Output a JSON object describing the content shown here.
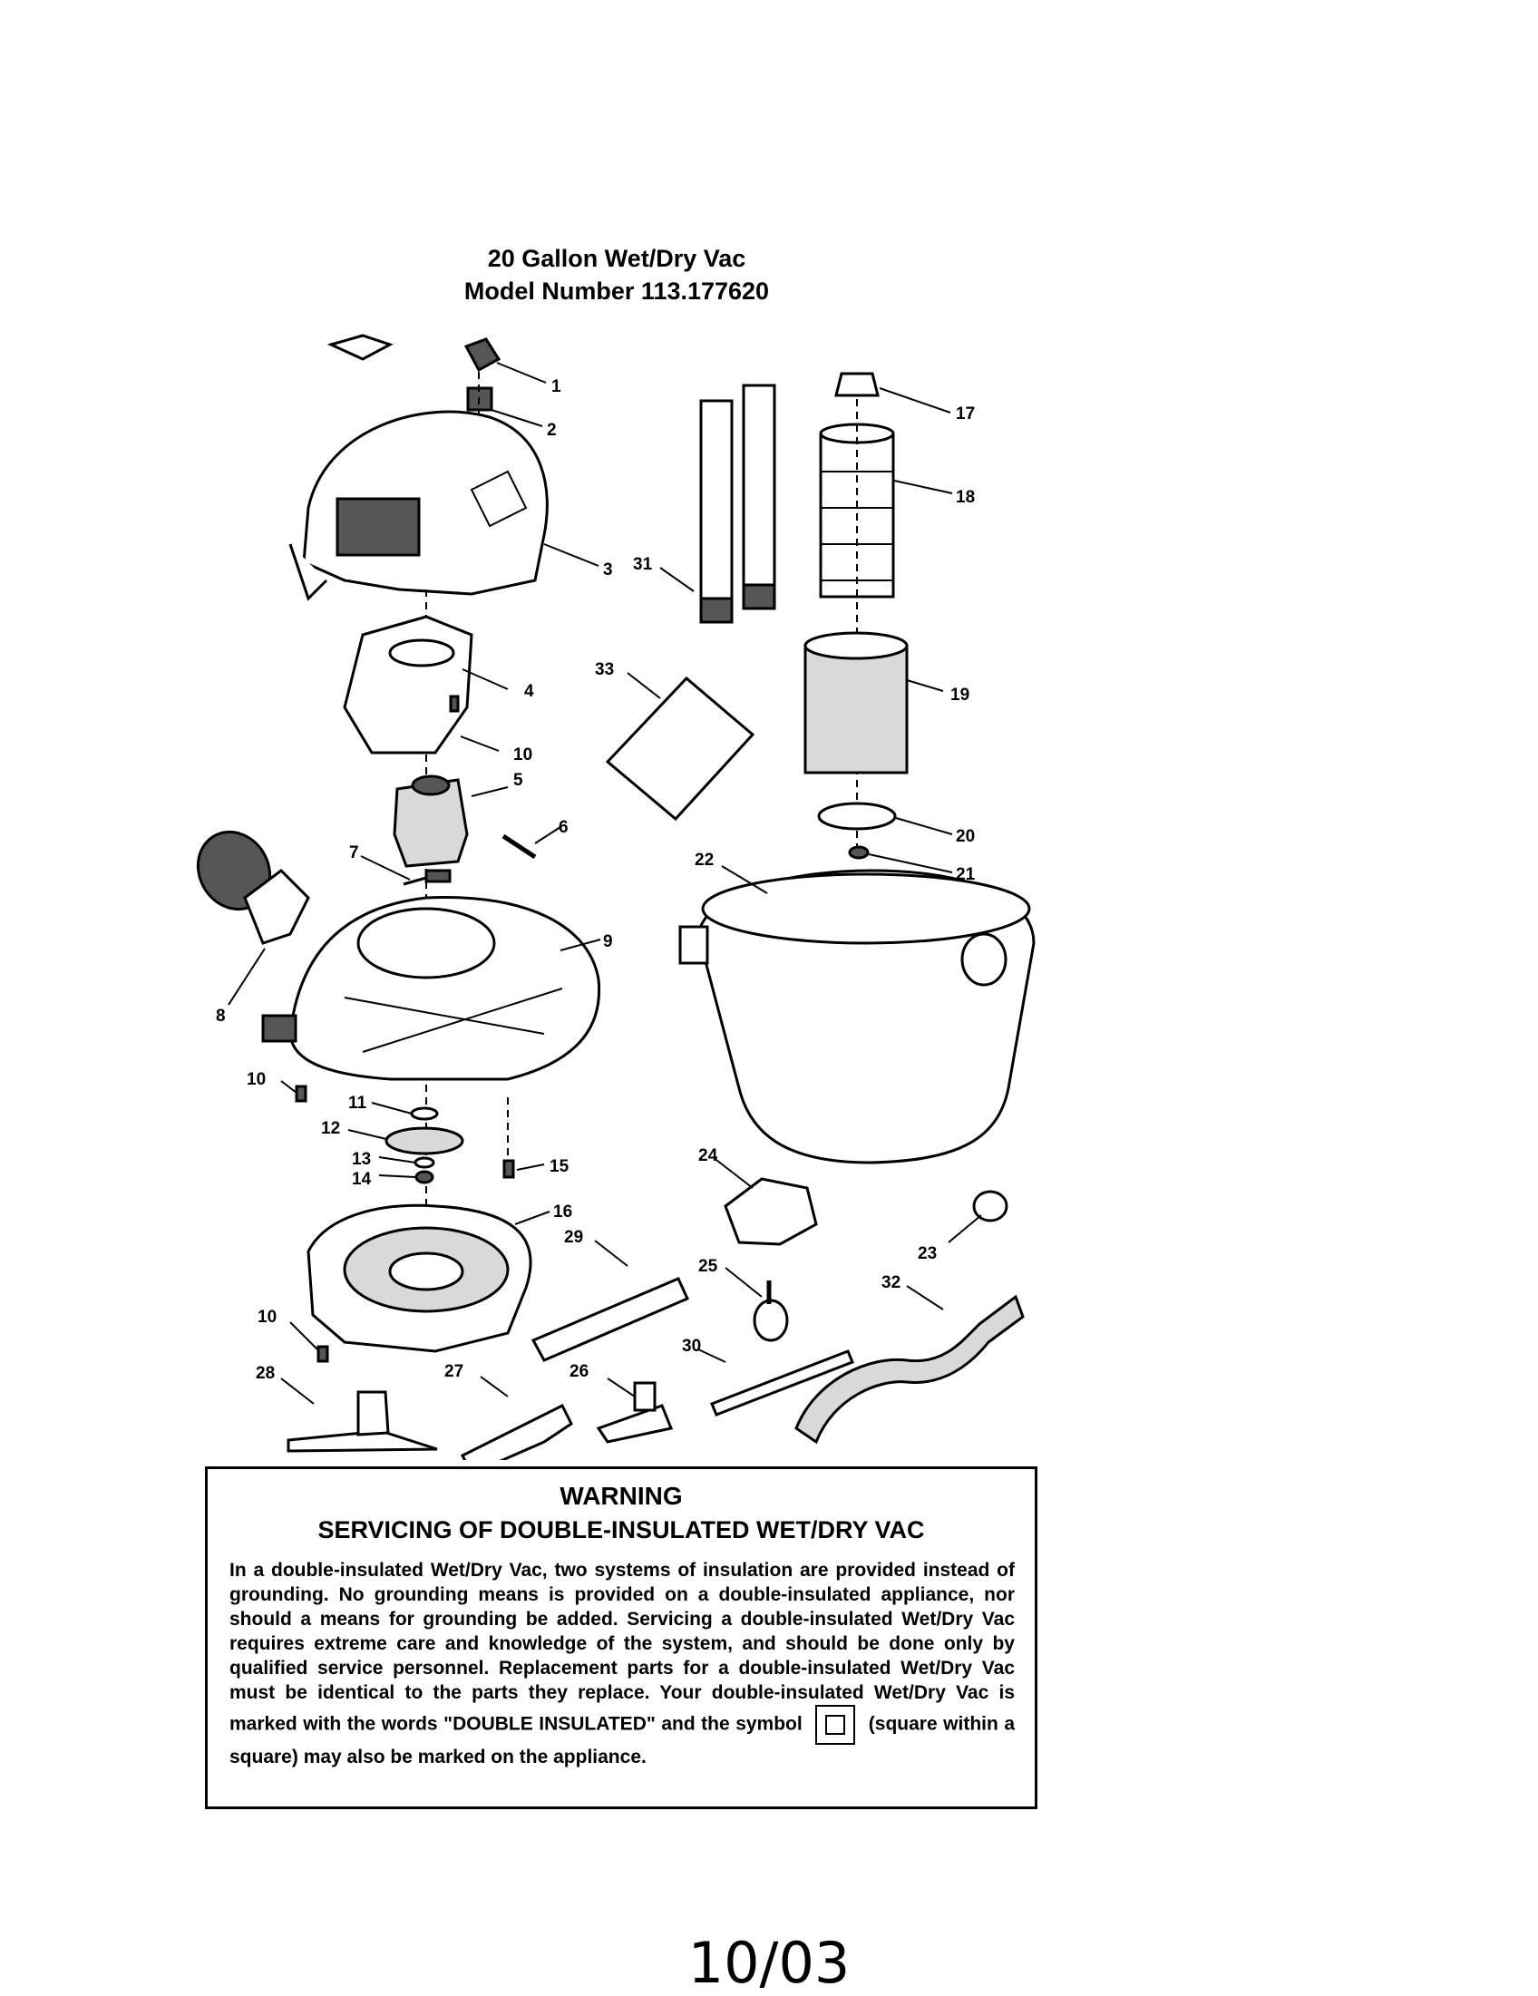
{
  "header": {
    "title": "20 Gallon Wet/Dry Vac",
    "model": "Model Number 113.177620"
  },
  "callouts": {
    "p1": "1",
    "p2": "2",
    "p3": "3",
    "p4": "4",
    "p5": "5",
    "p6": "6",
    "p7": "7",
    "p8": "8",
    "p9": "9",
    "p10a": "10",
    "p10b": "10",
    "p10c": "10",
    "p11": "11",
    "p12": "12",
    "p13": "13",
    "p14": "14",
    "p15": "15",
    "p16": "16",
    "p17": "17",
    "p18": "18",
    "p19": "19",
    "p20": "20",
    "p21": "21",
    "p22": "22",
    "p23": "23",
    "p24": "24",
    "p25": "25",
    "p26": "26",
    "p27": "27",
    "p28": "28",
    "p29": "29",
    "p30": "30",
    "p31": "31",
    "p32": "32",
    "p33": "33"
  },
  "warning": {
    "heading": "WARNING",
    "subheading": "SERVICING OF DOUBLE-INSULATED WET/DRY VAC",
    "body_before_symbol": "In a double-insulated Wet/Dry Vac, two systems of insulation are provided instead of grounding. No grounding means is provided on a double-insulated appliance, nor should a means for grounding be added. Servicing a double-insulated Wet/Dry Vac requires extreme care and knowledge of the system, and should be done only by qualified service personnel. Replacement parts for a double-insulated Wet/Dry Vac must be identical to the parts they replace. Your double-insulated Wet/Dry Vac is marked with the words \"DOUBLE INSULATED\" and the symbol",
    "body_after_symbol": "(square within a square) may also be marked on the appliance."
  },
  "footer": {
    "date_code": "10/03"
  }
}
